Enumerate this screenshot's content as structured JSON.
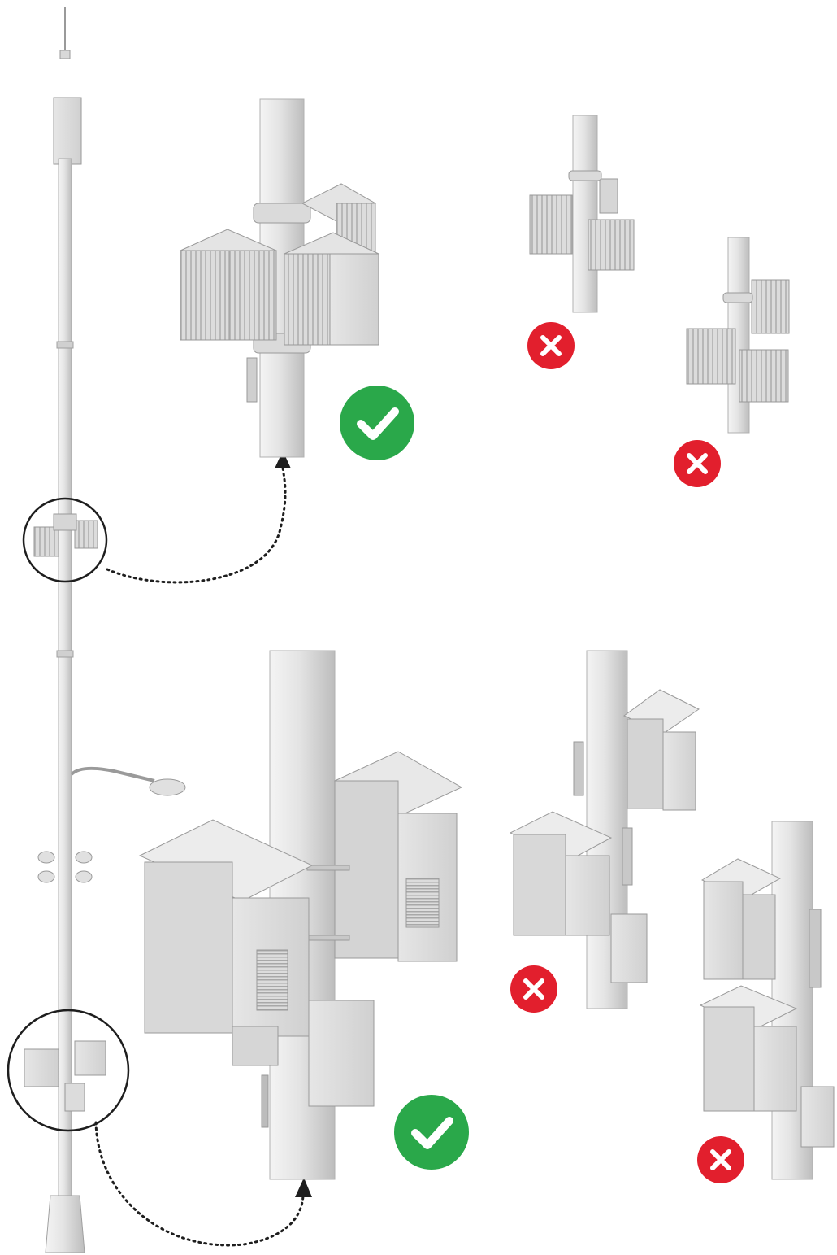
{
  "colors": {
    "background": "#ffffff",
    "pole": "#e2e2e2",
    "pole_shade": "#c4c4c4",
    "equipment": "#d9d9d9",
    "equipment_dark": "#a9a9a9",
    "outline": "#8d8d8d",
    "correct": "#2aa84a",
    "incorrect": "#e21f2d",
    "callout": "#222222"
  },
  "icons": {
    "correct": "checkmark-icon",
    "incorrect": "cross-icon"
  },
  "sections": [
    {
      "id": "antenna-units",
      "correct_count": 1,
      "incorrect_count": 2
    },
    {
      "id": "equipment-cabinets",
      "correct_count": 1,
      "incorrect_count": 2
    }
  ]
}
